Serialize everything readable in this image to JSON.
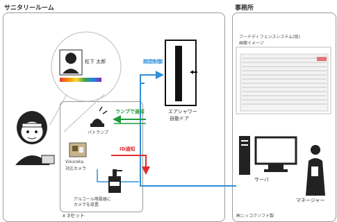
{
  "sections": {
    "sanitary_room": "サニタリールーム",
    "office": "事務所"
  },
  "id_card": {
    "name": "松下 太郎"
  },
  "devices": {
    "door_label_1": "エアシャワー",
    "door_label_2": "自動ドア",
    "patlamp": "パトランプ",
    "camera_1": "Vieureka",
    "camera_2": "対応カメラ",
    "alcohol_1": "アルコール噴霧器",
    "alcohol_2": "カメラを設置",
    "alcohol_prefix": "に",
    "sets": "x 3セット",
    "server": "サーバ",
    "manager": "マネージャー"
  },
  "flows": {
    "door_control": "開閉制御",
    "lamp_notify": "ランプで通知",
    "id_notify": "ID通知"
  },
  "screen": {
    "title": "フードディフェンスシステム(仮)",
    "subtitle": "画面イメージ",
    "vendor": "㈱ニッコクソフト製"
  },
  "colors": {
    "blue": "#2f8fd8",
    "green": "#1f9a3a",
    "red": "#e02b2b",
    "border": "#9a9a9a"
  }
}
